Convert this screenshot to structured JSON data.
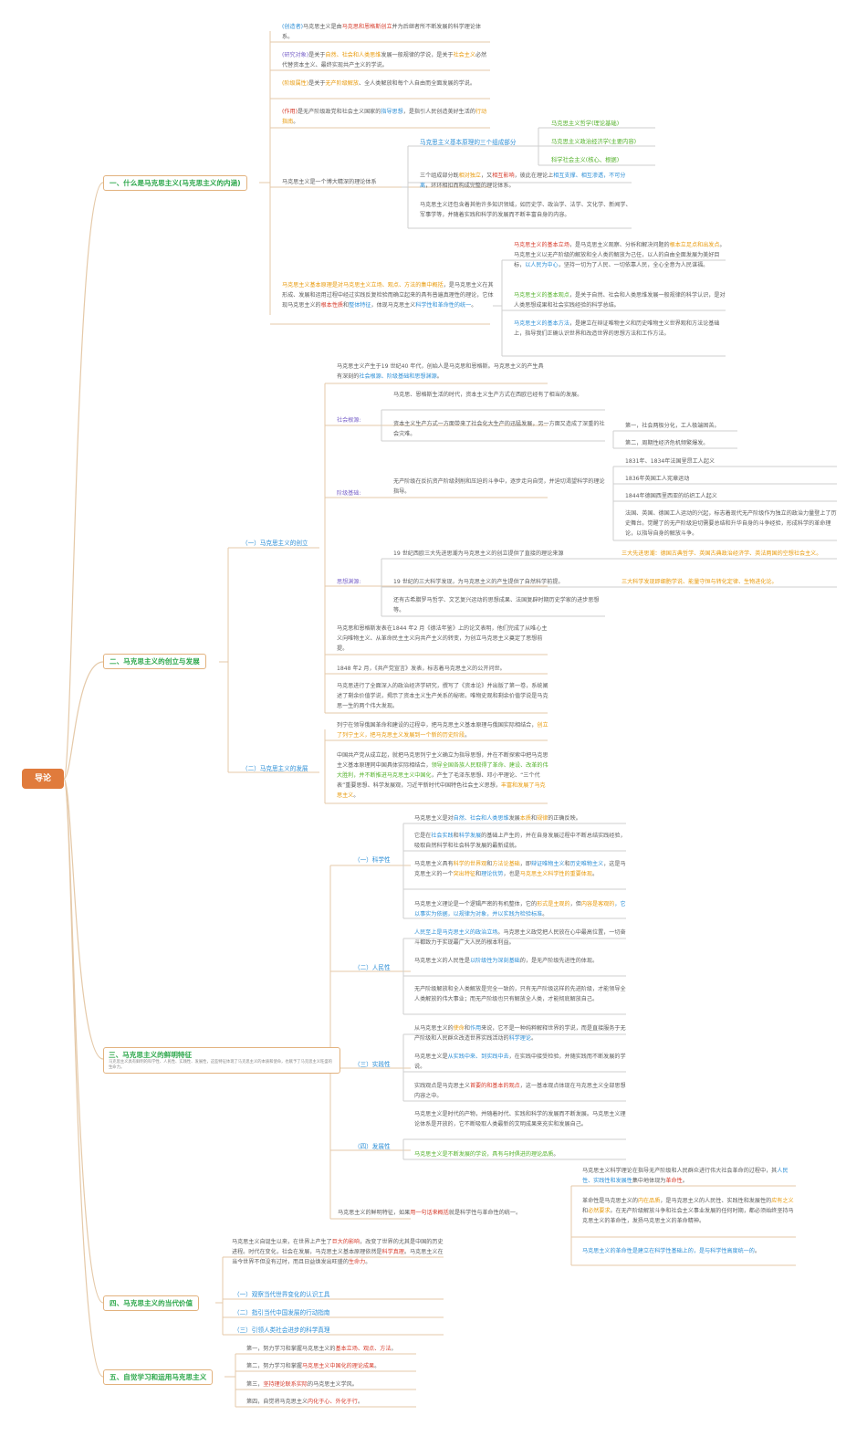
{
  "root": "导论",
  "sections": [
    {
      "title": "一、什么是马克思主义(马克思主义的内涵)"
    },
    {
      "title": "二、马克思主义的创立与发展"
    },
    {
      "title": "三、马克思主义的鲜明特征",
      "note": "马克思主义具有鲜明的科学性、人民性、实践性、发展性，这些特征体现了马克思主义的本质和使命，也赋予了马克思主义旺盛的生命力。"
    },
    {
      "title": "四、马克思主义的当代价值"
    },
    {
      "title": "五、自觉学习和运用马克思主义"
    }
  ],
  "s1": {
    "founder": [
      "(创造者)",
      "马克思主义是由",
      "马克思和恩格斯创立",
      "并为后继者所不断发展的科学理论体系。"
    ],
    "object": [
      "(研究对象)",
      "是关于",
      "自然、社会和人类思维",
      "发展一般规律的学说，是关于",
      "社会主义",
      "必然代替资本主义、最终实现共产主义的学说。"
    ],
    "class": [
      "(阶级属性)",
      "是关于",
      "无产阶级解放",
      "、全人类解放和每个人自由而全面发展的学说。"
    ],
    "role": [
      "(作用)",
      "是无产阶级政党和社会主义国家的",
      "指导思想",
      "，是指引人民创造美好生活的",
      "行动指南",
      "。"
    ],
    "system_label": "马克思主义是一个博大精深的理论体系",
    "three_parts": "马克思主义基本原理的三个组成部分",
    "parts": [
      "马克思主义哲学(理论基础)",
      "马克思主义政治经济学(主要内容)",
      "科学社会主义(核心、根据)"
    ],
    "parts_relation": [
      "三个组成部分既",
      "相对独立",
      "，又",
      "相互影响",
      "，彼此在理论上",
      "相互支撑、相互渗透，不可分离",
      "，环环相扣而构成完整的理论体系。"
    ],
    "other_fields": "马克思主义还包含着其他许多知识领域，如历史学、政治学、法学、文化学、新闻学、军事学等，并随着实践和科学的发展而不断丰富自身的内容。",
    "principle": [
      "马克思主义基本原理是对马克思主义立场、观点、方法的集中概括",
      "，是马克思主义在其形成、发展和运用过程中经过实践反复检验而确立起来的具有普遍真理性的理论，它体现马克思主义的",
      "根本性质",
      "和",
      "整体特征",
      "，体现马克思主义",
      "科学性和革命性的统一",
      "。"
    ],
    "stance": [
      "马克思主义的基本立场",
      "，是马克思主义观察、分析和解决问题的",
      "根本立足点和出发点",
      "。马克思主义以无产阶级的解放和全人类的解放为己任，以人的自由全面发展为美好目标，",
      "以人民为中心",
      "，坚持一切为了人民、一切依靠人民，全心全意为人民谋福。"
    ],
    "view": [
      "马克思主义的基本观点",
      "，是关于自然、社会和人类思维发展一般规律的科学认识，是对人类思想成果和社会实践经验的科学总结。"
    ],
    "method": [
      "马克思主义的基本方法",
      "，是建立在辩证唯物主义和历史唯物主义世界观和方法论基础上，指导我们正确认识世界和改造世界的思想方法和工作方法。"
    ]
  },
  "s2": {
    "intro": [
      "马克思主义产生于19 世纪40 年代，创始人是马克思和恩格斯。马克思主义的产生具有深刻的",
      "社会根源、阶级基础和思想渊源",
      "。"
    ],
    "creation": "（一）马克思主义的创立",
    "social": "社会根源:",
    "social_items": [
      "马克思、恩格斯生活的时代，资本主义生产方式在西欧已经有了相当的发展。",
      "资本主义生产方式一方面带来了社会化大生产的迅猛发展，另一方面又造成了深重的社会灾难。"
    ],
    "social_sub": [
      "第一，社会两极分化，工人极端困苦。",
      "第二，周期性经济危机频繁爆发。"
    ],
    "class": "阶级基础:",
    "class_text": "无产阶级在反抗资产阶级剥削和压迫的斗争中，逐步走向自觉，并迫切渴望科学的理论指导。",
    "class_events": [
      "1831年、1834年法国里昂工人起义",
      "1836年英国工人宪章运动",
      "1844年德国西里西亚的纺织工人起义",
      "法国、英国、德国工人运动的兴起，标志着现代无产阶级作为独立的政治力量登上了历史舞台。觉醒了的无产阶级迫切需要总结和升华自身的斗争经验，形成科学的革命理论，以指导自身的解放斗争。"
    ],
    "thought": "思想渊源:",
    "thought_items": [
      "19 世纪西欧三大先进思潮为马克思主义的创立提供了直接的理论来源",
      "19 世纪的三大科学发现，为马克思主义的产生提供了自然科学前提。",
      "还有古希腊罗马哲学、文艺复兴运动的思想成果、法国复辟时期历史学家的进步思想等。"
    ],
    "thought_side": [
      "三大先进思潮：德国古典哲学、英国古典政治经济学、英法两国的空想社会主义。",
      "三大科学发现即细胞学说、能量守恒与转化定律、生物进化论。"
    ],
    "milestones": [
      "马克思和恩格斯发表在1844 年2 月《德法年鉴》上的论文表明，他们完成了从唯心主义向唯物主义、从革命民主主义向共产主义的转变，为创立马克思主义奠定了思想前提。",
      "1848 年2 月，《共产党宣言》发表，标志着马克思主义的公开问世。",
      "马克思进行了全面深入的政治经济学研究，撰写了《资本论》并出版了第一卷，系统阐述了剩余价值学说，揭示了资本主义生产关系的秘密。唯物史观和剩余价值学说是马克思一生的两个伟大发现。"
    ],
    "development": "（二）马克思主义的发展",
    "lenin": [
      "列宁在领导俄国革命和建设的过程中，把马克思主义基本原理与俄国实际相结合，",
      "创立了列宁主义，把马克思主义发展到一个新的历史阶段",
      "。"
    ],
    "china": [
      "中国共产党从成立起，就把马克思列宁主义确立为指导思想，并在不断探索中把马克思主义基本原理同中国具体实际相结合，",
      "领导全国各族人民取得了革命、建设、改革的伟大胜利，并不断推进马克思主义中国化",
      "，产生了毛泽东思想、邓小平理论、“三个代表”重要思想、科学发展观，习近平新时代中国特色社会主义思想，",
      "丰富和发展了马克思主义",
      "。"
    ]
  },
  "s3": {
    "science": "（一）科学性",
    "science_items": [
      [
        "马克思主义是对",
        "自然、社会和人类思维",
        "发展",
        "本质",
        "和",
        "规律",
        "的正确反映。"
      ],
      [
        "它是在",
        "社会实践",
        "和",
        "科学发展",
        "的基础上产生的，并在自身发展过程中不断总结实践经验，吸取自然科学和社会科学发展的最新成就。"
      ],
      [
        "马克思主义具有",
        "科学的世界观",
        "和",
        "方法论基础",
        "，即",
        "辩证唯物主义",
        "和",
        "历史唯物主义",
        "，这是马克思主义的一个",
        "突出特征",
        "和",
        "理论优势",
        "，也是",
        "马克思主义科学性的重要体现",
        "。"
      ],
      [
        "马克思主义理论是一个逻辑严密的有机整体，它的",
        "形式是主观的",
        "，但",
        "内容是客观的",
        "，它以事实为依据，以规律为对象，并以实践为检验标准",
        "。"
      ]
    ],
    "people": "（二）人民性",
    "people_items": [
      [
        "人民至上是马克思主义的政治立场",
        "。马克思主义政党把人民放在心中最高位置，一切奋斗都致力于实现最广大人民的根本利益。"
      ],
      [
        "马克思主义的人民性是",
        "以阶级性为深刻基础",
        "的，是无产阶级先进性的体现。"
      ],
      [
        "无产阶级解放和全人类解放是完全一致的，只有无产阶级这样的先进阶级，才能领导全人类解放的伟大事业；而无产阶级也只有解放全人类，才能彻底解放自己。"
      ]
    ],
    "practice": "（三）实践性",
    "practice_items": [
      [
        "从马克思主义的",
        "使命",
        "和",
        "作用",
        "来说，它不是一种纯粹解释世界的学说，而是直接服务于无产阶级和人民群众改造世界实践活动的",
        "科学理论",
        "。"
      ],
      [
        "马克思主义是",
        "从实践中来、到实践中去",
        "，在实践中接受检验，并随实践而不断发展的学说。"
      ],
      [
        "实践观点是马克思主义",
        "首要的和基本的观点",
        "，这一基本观点体现在马克思主义全部思想内容之中。"
      ]
    ],
    "develop": "（四）发展性",
    "develop_items": [
      [
        "马克思主义是时代的产物，并随着时代、实践和科学的发展而不断发展。马克思主义理论体系是开放的，它不断吸取人类最新的文明成果来充实和发展自己。"
      ],
      [
        "马克思主义是不断发展的学说，具有与时俱进的理论品质",
        "。"
      ]
    ],
    "summary": [
      "马克思主义的鲜明特征，如果",
      "用一句话来概括",
      "就是科学性与革命性的统一。"
    ],
    "summary_items": [
      [
        "马克思主义科学理论在指导无产阶级和人民群众进行伟大社会革命的过程中，其",
        "人民性、实践性和发展性",
        "集中地体现为",
        "革命性",
        "。"
      ],
      [
        "革命性是马克思主义的",
        "内在品质",
        "，是马克思主义的人民性、实践性和发展性的",
        "应有之义",
        "和",
        "必然要求",
        "。在无产阶级解放斗争和社会主义事业发展的任何时期，都必须始终坚持马克思主义的革命性，发扬马克思主义的革命精神。"
      ],
      [
        "马克思主义的革命性是建立在科学性基础上的，是与科学性高度统一的",
        "。"
      ]
    ]
  },
  "s4": {
    "intro": [
      "马克思主义自诞生以来，在世界上产生了",
      "巨大的影响",
      "，改变了世界的尤其是中国的历史进程。时代在变化，社会在发展，马克思主义基本原理依然是",
      "科学真理",
      "。马克思主义在当今世界不但没有过时，而且日益焕发出旺盛的",
      "生命力",
      "。"
    ],
    "items": [
      "（一）观察当代世界变化的认识工具",
      "（二）指引当代中国发展的行动指南",
      "（三）引领人类社会进步的科学真理"
    ]
  },
  "s5": {
    "items": [
      [
        "第一，努力学习和掌握马克思主义的",
        "基本立场、观点、方法",
        "。"
      ],
      [
        "第二，努力学习和掌握",
        "马克思主义中国化的理论成果",
        "。"
      ],
      [
        "第三，",
        "坚持理论联系实际",
        "的马克思主义学风。"
      ],
      [
        "第四，自觉将马克思主义",
        "内化于心、外化于行",
        "。"
      ]
    ]
  },
  "colors": {
    "main_border": "#e2b27e",
    "main_text": "#2ea84c",
    "root_bg": "#e07b3c",
    "line": "#e5c9a8",
    "line2": "#cfcfcf",
    "blue": "#2e8fd6",
    "red": "#d63b2b",
    "orange": "#e89a0c",
    "green": "#55b22d"
  }
}
